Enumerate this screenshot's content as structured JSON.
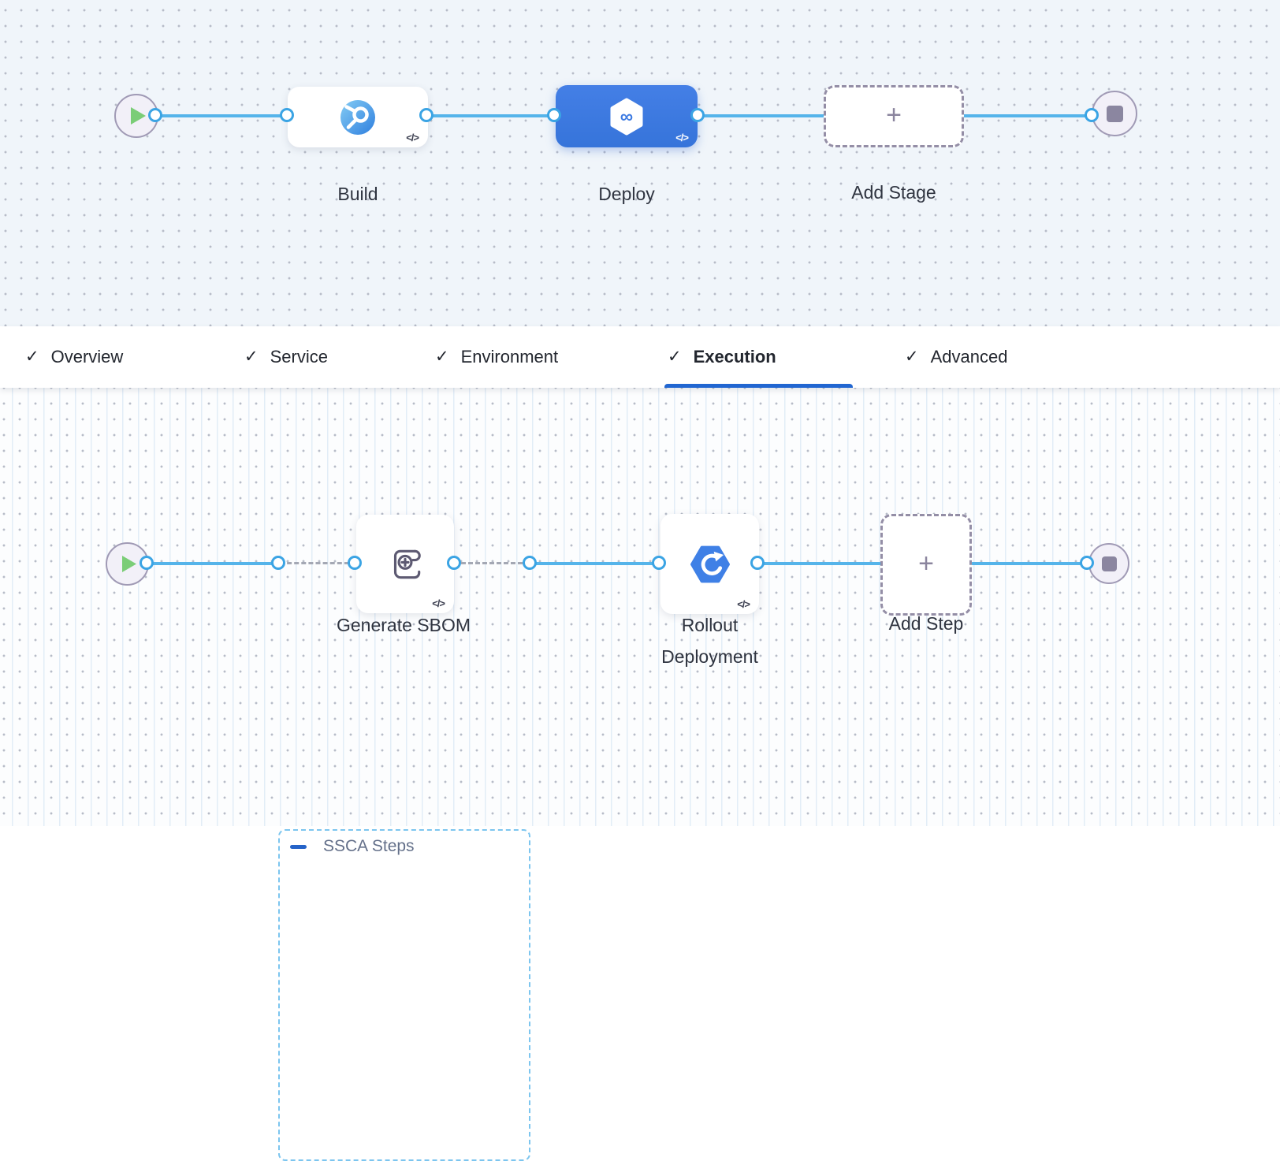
{
  "tabs": {
    "check_glyph": "✓",
    "items": [
      {
        "label": "Overview"
      },
      {
        "label": "Service"
      },
      {
        "label": "Environment"
      },
      {
        "label": "Execution"
      },
      {
        "label": "Advanced"
      }
    ],
    "active_tab": "Execution"
  },
  "stage_flow": {
    "build": {
      "label": "Build",
      "code_glyph": "</>"
    },
    "deploy": {
      "label": "Deploy",
      "code_glyph": "</>",
      "infinity_glyph": "∞",
      "selected_color": "#3d7be2"
    },
    "add_stage": {
      "label": "Add Stage",
      "plus_glyph": "+"
    }
  },
  "step_flow": {
    "group": {
      "label": "SSCA Steps"
    },
    "generate_sbom": {
      "label": "Generate SBOM",
      "code_glyph": "</>"
    },
    "rollout": {
      "label_line1": "Rollout",
      "label_line2": "Deployment",
      "code_glyph": "</>"
    },
    "add_step": {
      "label": "Add Step",
      "plus_glyph": "+"
    }
  },
  "icons": {
    "start": "play-circle",
    "end": "stop-circle",
    "build": "ci-scan-disc",
    "deploy": "cd-hexagon-infinity",
    "generate_sbom": "scroll-plus",
    "rollout": "hexagon-rotate-arrow",
    "group_collapse": "minus-bar",
    "code": "code-chevrons",
    "tab_check": "checkmark"
  },
  "colors": {
    "top_canvas_bg": "#f0f5fa",
    "bottom_canvas_bg": "#fcfdfe",
    "connector_blue": "#55b4ea",
    "port_ring_blue": "#3ba4e4",
    "selected_stage_blue": "#3d7be2",
    "tab_active_underline": "#2166d1",
    "group_dashed_border": "#7cc5ef",
    "node_border_gray": "#a09ab5",
    "play_green": "#7bcd77",
    "stop_gray": "#8b86a0",
    "dashed_box_border": "#948ea6"
  }
}
